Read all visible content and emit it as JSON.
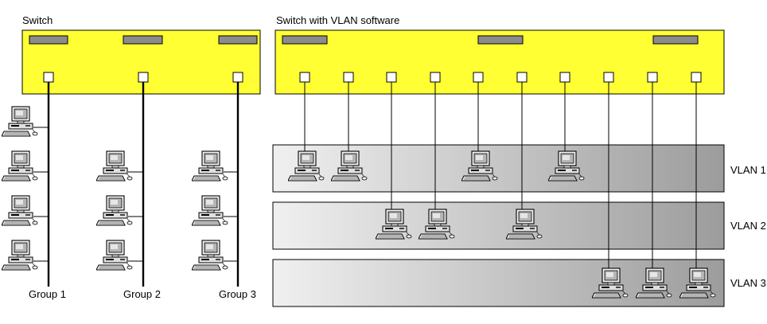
{
  "left_switch": {
    "title": "Switch",
    "groups": [
      "Group 1",
      "Group 2",
      "Group 3"
    ]
  },
  "right_switch": {
    "title": "Switch with VLAN software",
    "vlans": [
      "VLAN 1",
      "VLAN 2",
      "VLAN 3"
    ]
  },
  "colors": {
    "switch_fill": "#ffff33",
    "slot_fill": "#8c8c8c",
    "band_light": "#ececec",
    "band_dark": "#a0a0a0"
  }
}
